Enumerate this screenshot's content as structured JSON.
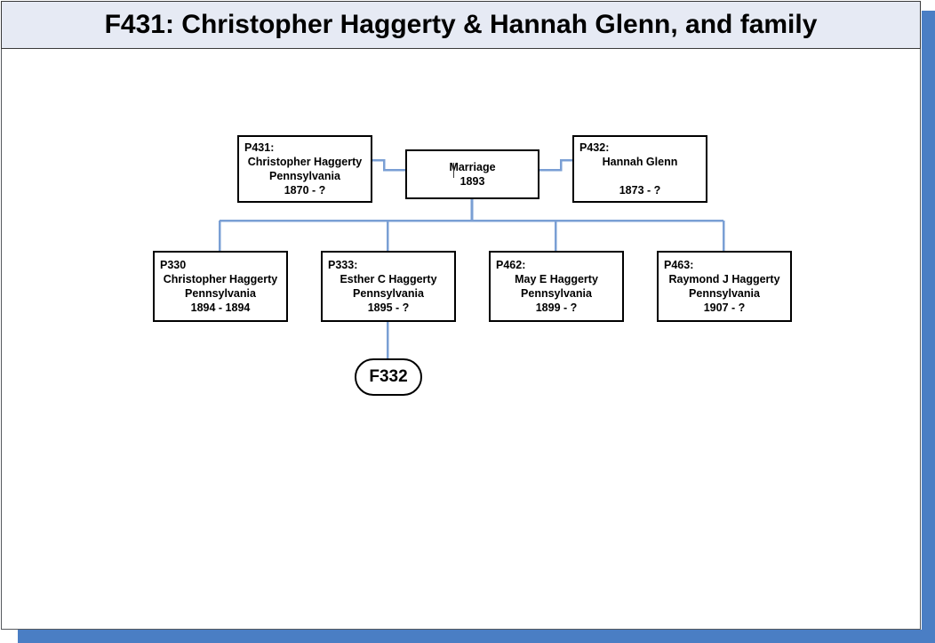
{
  "window": {
    "title": "F431: Christopher Haggerty & Hannah Glenn, and family",
    "accent_color": "#4a7ec4",
    "titlebar_bg": "#e6eaf4",
    "connector_color": "#7a9fd4",
    "node_border_color": "#000000",
    "canvas_bg": "#ffffff"
  },
  "chart_data": {
    "type": "diagram",
    "diagram_kind": "genealogy-family-chart",
    "title": "F431: Christopher Haggerty & Hannah Glenn, and family",
    "parents": [
      {
        "id": "P431:",
        "name": "Christopher Haggerty",
        "place": "Pennsylvania",
        "dates": "1870 - ?"
      },
      {
        "id": "P432:",
        "name": "Hannah Glenn",
        "place": "",
        "dates": "1873 - ?"
      }
    ],
    "union": {
      "label": "Marriage",
      "year": "1893"
    },
    "children": [
      {
        "id": "P330",
        "name": "Christopher Haggerty",
        "place": "Pennsylvania",
        "dates": "1894 - 1894"
      },
      {
        "id": "P333:",
        "name": "Esther C Haggerty",
        "place": "Pennsylvania",
        "dates": "1895 - ?"
      },
      {
        "id": "P462:",
        "name": "May E Haggerty",
        "place": "Pennsylvania",
        "dates": "1899 - ?"
      },
      {
        "id": "P463:",
        "name": "Raymond J Haggerty",
        "place": "Pennsylvania",
        "dates": "1907 - ?"
      }
    ],
    "sub_families": [
      {
        "id": "F332",
        "attached_to": "P333:"
      }
    ]
  },
  "nodes": {
    "parent_left": {
      "id": "P431:",
      "name": "Christopher Haggerty",
      "place": "Pennsylvania",
      "dates": "1870 - ?"
    },
    "parent_right": {
      "id": "P432:",
      "name": "Hannah Glenn",
      "place": "",
      "dates": "1873 - ?"
    },
    "marriage": {
      "label": "Marriage",
      "year": "1893"
    },
    "child1": {
      "id": "P330",
      "name": "Christopher Haggerty",
      "place": "Pennsylvania",
      "dates": "1894 - 1894"
    },
    "child2": {
      "id": "P333:",
      "name": "Esther C Haggerty",
      "place": "Pennsylvania",
      "dates": "1895 - ?"
    },
    "child3": {
      "id": "P462:",
      "name": "May E Haggerty",
      "place": "Pennsylvania",
      "dates": "1899 - ?"
    },
    "child4": {
      "id": "P463:",
      "name": "Raymond J Haggerty",
      "place": "Pennsylvania",
      "dates": "1907 - ?"
    },
    "family_node": {
      "id": "F332"
    }
  }
}
